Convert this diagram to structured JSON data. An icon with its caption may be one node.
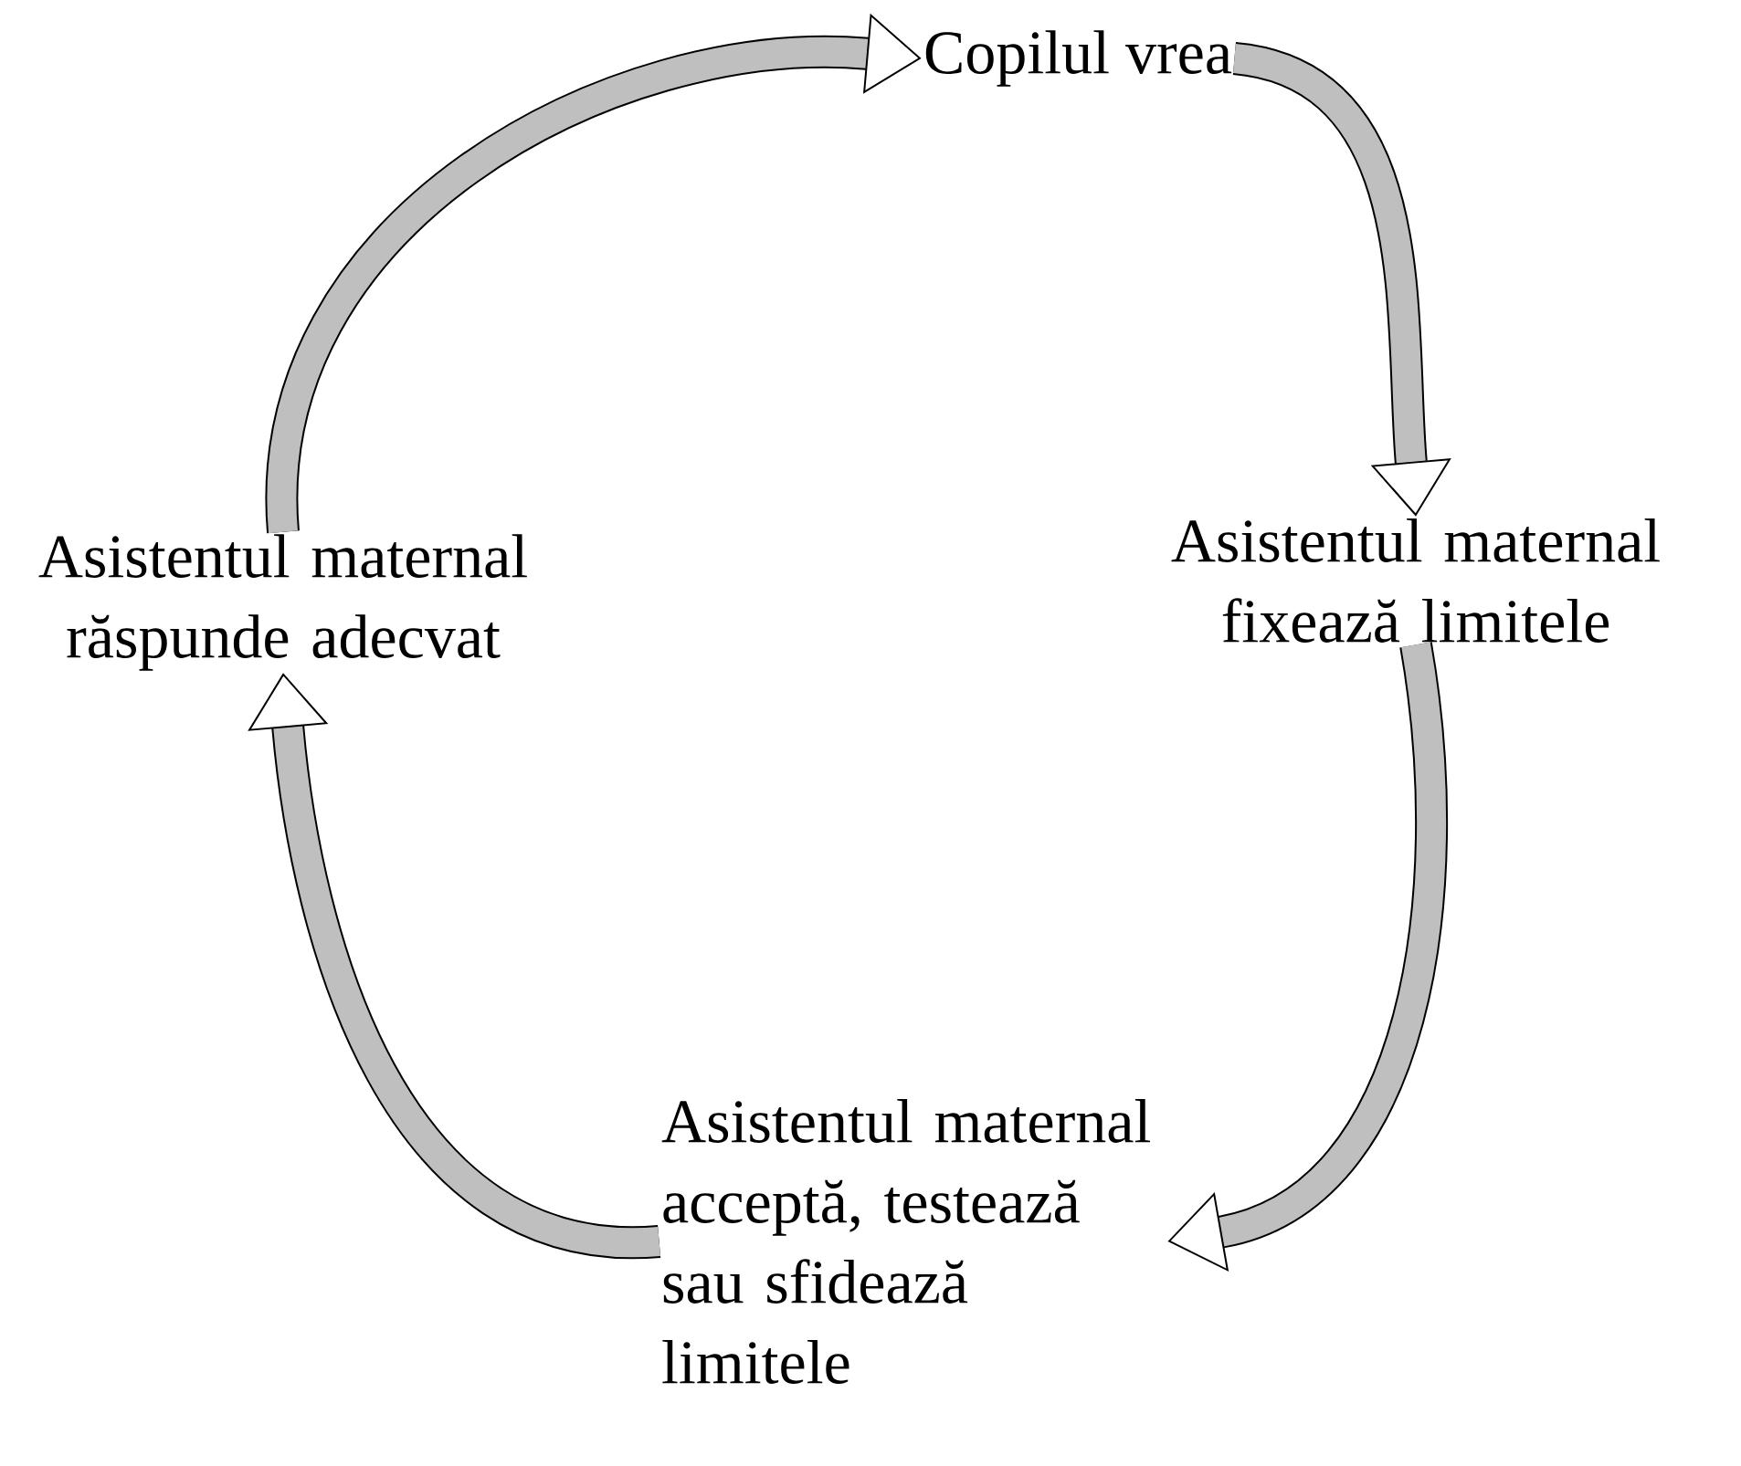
{
  "diagram": {
    "nodes": [
      {
        "text": [
          "Copilul vrea"
        ]
      },
      {
        "text": [
          "Asistentul maternal fixează limitele"
        ]
      },
      {
        "text": [
          "Asistentul maternal acceptă, testează sau sfidează limitele"
        ]
      },
      {
        "text": [
          "Asistentul maternal răspunde adecvat"
        ]
      }
    ],
    "edges": [
      {
        "from": 0,
        "to": 1,
        "arrow": "to"
      },
      {
        "from": 1,
        "to": 2,
        "arrow": "to"
      },
      {
        "from": 2,
        "to": 3,
        "arrow": "to"
      },
      {
        "from": 3,
        "to": 0,
        "arrow": "to"
      }
    ]
  }
}
